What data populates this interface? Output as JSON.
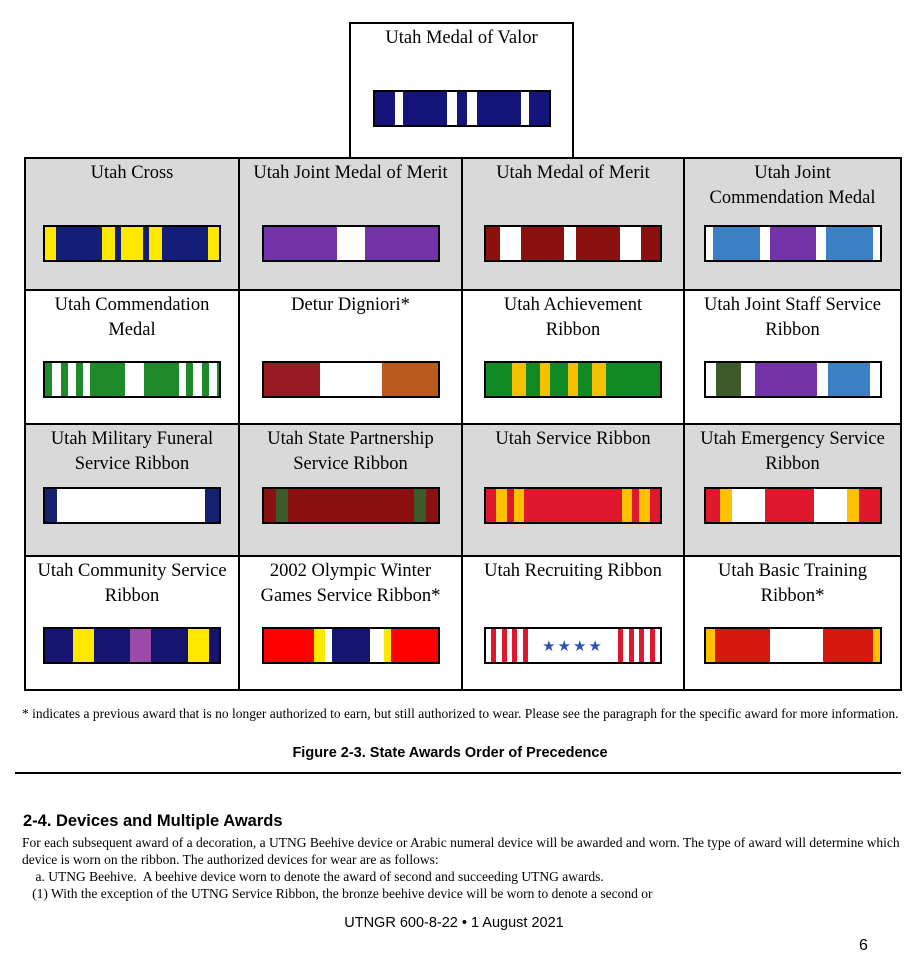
{
  "awards": [
    {
      "title": "Utah Medal of Valor",
      "shade": "white",
      "stripes": [
        [
          "#14147a",
          16
        ],
        [
          "#ffffff",
          6
        ],
        [
          "#14147a",
          34
        ],
        [
          "#ffffff",
          8
        ],
        [
          "#14147a",
          8
        ],
        [
          "#ffffff",
          8
        ],
        [
          "#14147a",
          34
        ],
        [
          "#ffffff",
          6
        ],
        [
          "#14147a",
          16
        ]
      ]
    },
    {
      "title": "Utah Cross",
      "shade": "gray",
      "stripes": [
        [
          "#ffe800",
          7
        ],
        [
          "#141e7a",
          30
        ],
        [
          "#ffe800",
          8
        ],
        [
          "#141e7a",
          4
        ],
        [
          "#ffe800",
          14
        ],
        [
          "#141e7a",
          4
        ],
        [
          "#ffe800",
          8
        ],
        [
          "#141e7a",
          30
        ],
        [
          "#ffe800",
          7
        ]
      ]
    },
    {
      "title": "Utah Joint Medal of Merit",
      "shade": "gray",
      "stripes": [
        [
          "#7234a8",
          42
        ],
        [
          "#ffffff",
          16
        ],
        [
          "#7234a8",
          42
        ]
      ]
    },
    {
      "title": "Utah Medal of Merit",
      "shade": "gray",
      "stripes": [
        [
          "#8b1010",
          8
        ],
        [
          "#ffffff",
          12
        ],
        [
          "#8b1010",
          25
        ],
        [
          "#ffffff",
          7
        ],
        [
          "#8b1010",
          25
        ],
        [
          "#ffffff",
          12
        ],
        [
          "#8b1010",
          11
        ]
      ]
    },
    {
      "title": "Utah Joint\nCommendation Medal",
      "shade": "gray",
      "stripes": [
        [
          "#ffffff",
          4
        ],
        [
          "#3b7fc4",
          27
        ],
        [
          "#ffffff",
          6
        ],
        [
          "#7234a8",
          26
        ],
        [
          "#ffffff",
          6
        ],
        [
          "#3b7fc4",
          27
        ],
        [
          "#ffffff",
          4
        ]
      ]
    },
    {
      "title": "Utah Commendation\nMedal",
      "shade": "white",
      "stripes": [
        [
          "#1e8a2a",
          4
        ],
        [
          "#ffffff",
          5
        ],
        [
          "#1e8a2a",
          4
        ],
        [
          "#ffffff",
          5
        ],
        [
          "#1e8a2a",
          4
        ],
        [
          "#ffffff",
          4
        ],
        [
          "#1e8a2a",
          20
        ],
        [
          "#ffffff",
          11
        ],
        [
          "#1e8a2a",
          20
        ],
        [
          "#ffffff",
          4
        ],
        [
          "#1e8a2a",
          4
        ],
        [
          "#ffffff",
          5
        ],
        [
          "#1e8a2a",
          4
        ],
        [
          "#ffffff",
          5
        ],
        [
          "#1e8a2a",
          1
        ]
      ]
    },
    {
      "title": "Detur Digniori*",
      "shade": "white",
      "stripes": [
        [
          "#991a20",
          32
        ],
        [
          "#ffffff",
          36
        ],
        [
          "#b85a1c",
          32
        ]
      ]
    },
    {
      "title": "Utah Achievement\nRibbon",
      "shade": "white",
      "stripes": [
        [
          "#128a24",
          15
        ],
        [
          "#f5c000",
          8
        ],
        [
          "#128a24",
          8
        ],
        [
          "#f5c000",
          6
        ],
        [
          "#128a24",
          10
        ],
        [
          "#f5c000",
          6
        ],
        [
          "#128a24",
          8
        ],
        [
          "#f5c000",
          8
        ],
        [
          "#128a24",
          31
        ]
      ]
    },
    {
      "title": "Utah Joint Staff Service\nRibbon",
      "shade": "white",
      "stripes": [
        [
          "#ffffff",
          6
        ],
        [
          "#3d5a2a",
          14
        ],
        [
          "#ffffff",
          8
        ],
        [
          "#7234a8",
          36
        ],
        [
          "#ffffff",
          6
        ],
        [
          "#3b7fc4",
          24
        ],
        [
          "#ffffff",
          6
        ]
      ]
    },
    {
      "title": "Utah Military Funeral\nService Ribbon",
      "shade": "gray",
      "stripes": [
        [
          "#15206e",
          7
        ],
        [
          "#ffffff",
          85
        ],
        [
          "#15206e",
          8
        ]
      ]
    },
    {
      "title": "Utah State Partnership\nService Ribbon",
      "shade": "gray",
      "stripes": [
        [
          "#8b1010",
          7
        ],
        [
          "#3d5a2a",
          7
        ],
        [
          "#8b1010",
          72
        ],
        [
          "#3d5a2a",
          7
        ],
        [
          "#8b1010",
          7
        ]
      ]
    },
    {
      "title": "Utah Service Ribbon",
      "shade": "gray",
      "stripes": [
        [
          "#e0182e",
          6
        ],
        [
          "#ffc000",
          6
        ],
        [
          "#e0182e",
          4
        ],
        [
          "#ffc000",
          6
        ],
        [
          "#e0182e",
          56
        ],
        [
          "#ffc000",
          6
        ],
        [
          "#e0182e",
          4
        ],
        [
          "#ffc000",
          6
        ],
        [
          "#e0182e",
          6
        ]
      ]
    },
    {
      "title": "Utah Emergency Service\nRibbon",
      "shade": "gray",
      "stripes": [
        [
          "#e0182e",
          8
        ],
        [
          "#ffc000",
          7
        ],
        [
          "#ffffff",
          19
        ],
        [
          "#e0182e",
          28
        ],
        [
          "#ffffff",
          19
        ],
        [
          "#ffc000",
          7
        ],
        [
          "#e0182e",
          12
        ]
      ]
    },
    {
      "title": "Utah Community Service\nRibbon",
      "shade": "white",
      "stripes": [
        [
          "#151570",
          16
        ],
        [
          "#ffe800",
          12
        ],
        [
          "#151570",
          21
        ],
        [
          "#9b4aa8",
          12
        ],
        [
          "#151570",
          21
        ],
        [
          "#ffe800",
          12
        ],
        [
          "#151570",
          6
        ]
      ]
    },
    {
      "title": "2002 Olympic Winter\nGames Service Ribbon*",
      "shade": "white",
      "stripes": [
        [
          "#ff0000",
          29
        ],
        [
          "#ffe800",
          6
        ],
        [
          "#ffffff",
          4
        ],
        [
          "#151570",
          22
        ],
        [
          "#ffffff",
          8
        ],
        [
          "#ffe800",
          4
        ],
        [
          "#ff0000",
          27
        ]
      ]
    },
    {
      "title": "Utah Recruiting Ribbon",
      "shade": "white",
      "stars": "★★★★",
      "stripes": [
        [
          "#ffffff",
          3
        ],
        [
          "#e0182e",
          3
        ],
        [
          "#ffffff",
          3
        ],
        [
          "#e0182e",
          3
        ],
        [
          "#ffffff",
          3
        ],
        [
          "#e0182e",
          3
        ],
        [
          "#ffffff",
          3
        ],
        [
          "#e0182e",
          3
        ],
        [
          "#ffffff",
          52
        ],
        [
          "#e0182e",
          3
        ],
        [
          "#ffffff",
          3
        ],
        [
          "#e0182e",
          3
        ],
        [
          "#ffffff",
          3
        ],
        [
          "#e0182e",
          3
        ],
        [
          "#ffffff",
          3
        ],
        [
          "#e0182e",
          3
        ],
        [
          "#ffffff",
          3
        ]
      ]
    },
    {
      "title": "Utah Basic Training\nRibbon*",
      "shade": "white",
      "stripes": [
        [
          "#ffc000",
          5
        ],
        [
          "#d6180e",
          32
        ],
        [
          "#ffffff",
          30
        ],
        [
          "#d6180e",
          29
        ],
        [
          "#ffc000",
          4
        ]
      ]
    }
  ],
  "footnote": "* indicates a previous award that is no longer authorized to earn, but still authorized to wear.  Please see the paragraph for the specific award for more information.",
  "figure_caption": "Figure 2-3.  State Awards Order of Precedence",
  "section_heading": "2-4. Devices and Multiple Awards",
  "paragraphs": [
    "For each subsequent award of a decoration, a UTNG Beehive device or Arabic numeral device will be awarded and worn.  The type of award will determine which device is worn on the ribbon.  The authorized devices for wear are as follows:",
    "    a. UTNG Beehive.  A beehive device worn to denote the award of second and succeeding UTNG awards.",
    "   (1) With the exception of the UTNG Service Ribbon, the bronze beehive device will be worn to denote a second or"
  ],
  "footer": "UTNGR 600-8-22 • 1 August 2021",
  "page_number": "6"
}
